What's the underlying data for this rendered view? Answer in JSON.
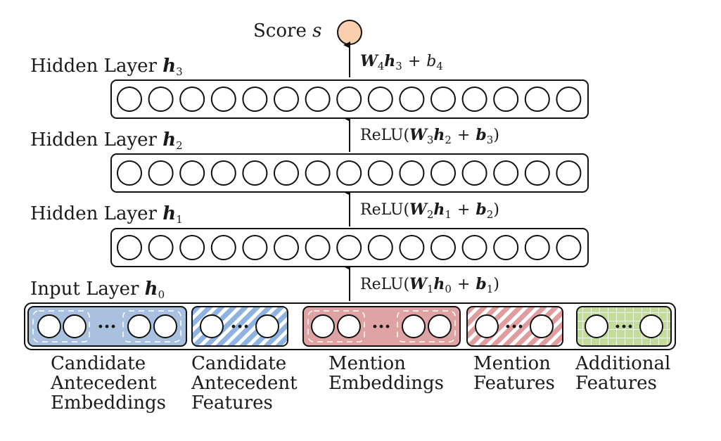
{
  "output": {
    "label": "Score",
    "symbol": "s",
    "node_color": "#fbcfae"
  },
  "layers": [
    {
      "id": "h3",
      "label": "Hidden Layer",
      "symbol": "h",
      "sub": "3",
      "units": 15
    },
    {
      "id": "h2",
      "label": "Hidden Layer",
      "symbol": "h",
      "sub": "2",
      "units": 15
    },
    {
      "id": "h1",
      "label": "Hidden Layer",
      "symbol": "h",
      "sub": "1",
      "units": 15
    }
  ],
  "input_layer": {
    "label": "Input Layer",
    "symbol": "h",
    "sub": "0"
  },
  "equations": {
    "e4": {
      "W": "W",
      "Wsub": "4",
      "h": "h",
      "hsub": "3",
      "plus": "+",
      "b": "b",
      "bsub": "4"
    },
    "e3": {
      "fn": "ReLU(",
      "W": "W",
      "Wsub": "3",
      "h": "h",
      "hsub": "2",
      "plus": "+",
      "b": "b",
      "bsub": "3",
      "close": ")"
    },
    "e2": {
      "fn": "ReLU(",
      "W": "W",
      "Wsub": "2",
      "h": "h",
      "hsub": "1",
      "plus": "+",
      "b": "b",
      "bsub": "2",
      "close": ")"
    },
    "e1": {
      "fn": "ReLU(",
      "W": "W",
      "Wsub": "1",
      "h": "h",
      "hsub": "0",
      "plus": "+",
      "b": "b",
      "bsub": "1",
      "close": ")"
    }
  },
  "feature_groups": [
    {
      "id": "cand-emb",
      "lines": [
        "Candidate",
        "Antecedent",
        "Embeddings"
      ],
      "color": "#a9c1de",
      "pattern": "solid"
    },
    {
      "id": "cand-feat",
      "lines": [
        "Candidate",
        "Antecedent",
        "Features"
      ],
      "color": "#8fb3e0",
      "pattern": "stripes"
    },
    {
      "id": "ment-emb",
      "lines": [
        "Mention",
        "Embeddings"
      ],
      "color": "#e0a3a3",
      "pattern": "solid"
    },
    {
      "id": "ment-feat",
      "lines": [
        "Mention",
        "Features"
      ],
      "color": "#e09d9d",
      "pattern": "stripes"
    },
    {
      "id": "add-feat",
      "lines": [
        "Additional",
        "Features"
      ],
      "color": "#c4dc9a",
      "pattern": "grid"
    }
  ],
  "ellipsis": "···"
}
